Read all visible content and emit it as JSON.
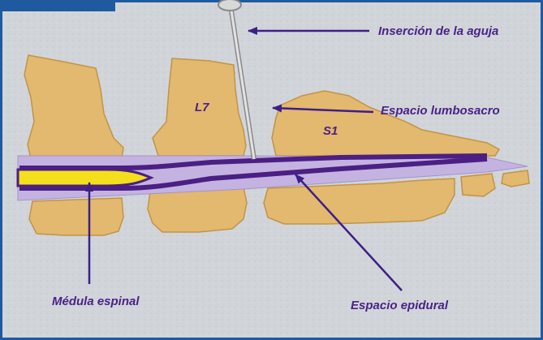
{
  "colors": {
    "panel": "#d1d5da",
    "frame": "#1f5aa0",
    "bone": "#e3b86f",
    "bone_outline": "#c19446",
    "sheath": "#c4b3e0",
    "cord_outline": "#4b1f83",
    "cord": "#f3df1c",
    "label": "#4a2287",
    "arrow": "#3d1f86",
    "needle": "#cfcfcf"
  },
  "labels": {
    "needle_insertion": "Inserción de la aguja",
    "lumbosacral_space": "Espacio lumbosacro",
    "spinal_cord": "Médula espinal",
    "epidural_space": "Espacio epidural",
    "l7": "L7",
    "s1": "S1"
  }
}
